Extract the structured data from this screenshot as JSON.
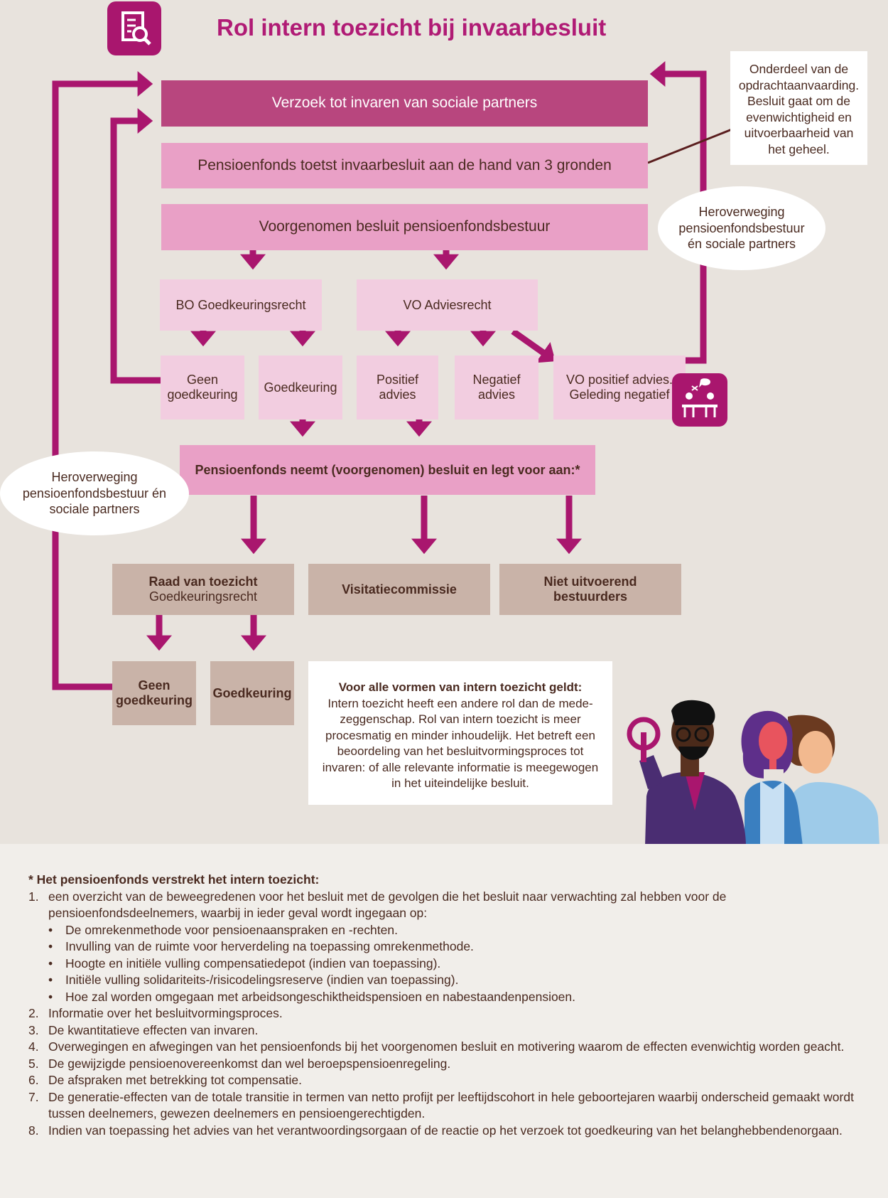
{
  "title": "Rol intern toezicht bij invaarbesluit",
  "colors": {
    "magenta": "#a9166e",
    "dark_box": "#b8467e",
    "mid_box": "#e9a0c6",
    "light_box": "#f2cde0",
    "tan_box": "#c9b3a8",
    "background": "#e8e3dd"
  },
  "icons": {
    "top_left": "document-search-icon",
    "right": "meeting-discussion-icon"
  },
  "flow": {
    "request": "Verzoek tot invaren van sociale partners",
    "test": "Pensioenfonds toetst invaarbesluit aan de hand van 3 gronden",
    "proposed": "Voorgenomen besluit pensioenfondsbestuur",
    "bo": "BO Goedkeuringsrecht",
    "vo": "VO Adviesrecht",
    "geen_goedkeuring": "Geen goedkeuring",
    "goedkeuring": "Goedkeuring",
    "positief": "Positief advies",
    "negatief": "Negatief advies",
    "vo_mixed": "VO positief advies. Geleding negatief",
    "fund_decision": "Pensioenfonds neemt (voorgenomen) besluit en legt voor aan:*",
    "rvt_title": "Raad van toezicht",
    "rvt_sub": "Goedkeuringsrecht",
    "visitatie": "Visitatiecommissie",
    "nub": "Niet uitvoerend bestuurders",
    "rvt_geen": "Geen goedkeuring",
    "rvt_goed": "Goedkeuring"
  },
  "bubbles": {
    "right": "Heroverweging pensioenfondsbestuur én sociale partners",
    "left": "Heroverweging pensioenfondsbestuur én sociale partners"
  },
  "note_top": "Onderdeel van de opdrachtaanvaarding. Besluit gaat om de evenwichtigheid en uitvoerbaarheid van het geheel.",
  "note_box": {
    "title": "Voor alle vormen van intern toezicht geldt:",
    "text": "Intern toezicht heeft een andere rol dan de mede-zeggenschap. Rol van intern toezicht is meer procesmatig en minder inhoudelijk. Het betreft een beoordeling van het besluitvormingsproces tot invaren: of alle relevante informatie is meegewogen in het uiteindelijke besluit."
  },
  "footnote": {
    "heading": "* Het pensioenfonds verstrekt het intern toezicht:",
    "items": [
      {
        "num": "1.",
        "text": "een overzicht van de beweegredenen voor het besluit met de gevolgen die het besluit naar verwachting zal hebben voor de pensioenfondsdeelnemers, waarbij in ieder geval wordt ingegaan op:"
      },
      {
        "num": "2.",
        "text": "Informatie over het besluitvormingsproces."
      },
      {
        "num": "3.",
        "text": "De kwantitatieve effecten van invaren."
      },
      {
        "num": "4.",
        "text": "Overwegingen en afwegingen van het pensioenfonds bij het voorgenomen besluit en motivering waarom de effecten evenwichtig worden geacht."
      },
      {
        "num": "5.",
        "text": "De gewijzigde pensioenovereenkomst dan wel beroepspensioenregeling."
      },
      {
        "num": "6.",
        "text": "De afspraken met betrekking tot compensatie."
      },
      {
        "num": "7.",
        "text": "De generatie-effecten van de totale transitie in termen van netto profijt per leeftijdscohort in hele geboortejaren waarbij onderscheid gemaakt wordt tussen deelnemers, gewezen deelnemers en pensioengerechtigden."
      },
      {
        "num": "8.",
        "text": "Indien van toepassing het advies van het verantwoordingsorgaan of de reactie op het verzoek tot goedkeuring van het belanghebbendenorgaan."
      }
    ],
    "bullets": [
      "De omrekenmethode voor pensioenaanspraken en -rechten.",
      "Invulling van de ruimte voor herverdeling na toepassing  omrekenmethode.",
      "Hoogte en initiële vulling compensatiedepot (indien van toepassing).",
      "Initiële vulling solidariteits-/risicodelingsreserve (indien van toepassing).",
      "Hoe zal worden omgegaan met arbeidsongeschiktheidspensioen en nabestaandenpensioen."
    ]
  }
}
